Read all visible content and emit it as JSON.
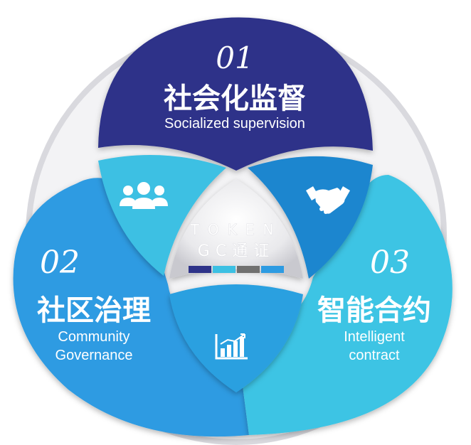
{
  "segments": [
    {
      "number": "01",
      "title_cn": "社会化监督",
      "title_en_lines": [
        "Socialized supervision"
      ],
      "color": "#2e3389"
    },
    {
      "number": "02",
      "title_cn": "社区治理",
      "title_en_lines": [
        "Community",
        "Governance"
      ],
      "color": "#2d9be2"
    },
    {
      "number": "03",
      "title_cn": "智能合约",
      "title_en_lines": [
        "Intelligent",
        "contract"
      ],
      "color": "#3dc4e4"
    }
  ],
  "petals": [
    {
      "icon": "people-group-icon",
      "color": "#3cc0e3"
    },
    {
      "icon": "handshake-icon",
      "color": "#1d86cf"
    },
    {
      "icon": "bar-chart-icon",
      "color": "#2ba0e0"
    }
  ],
  "center": {
    "line1": "TOKEN",
    "line2": "GC通证",
    "stripe_colors": [
      "#2e3389",
      "#3cc0e3",
      "#707070",
      "#2d9be2"
    ]
  }
}
